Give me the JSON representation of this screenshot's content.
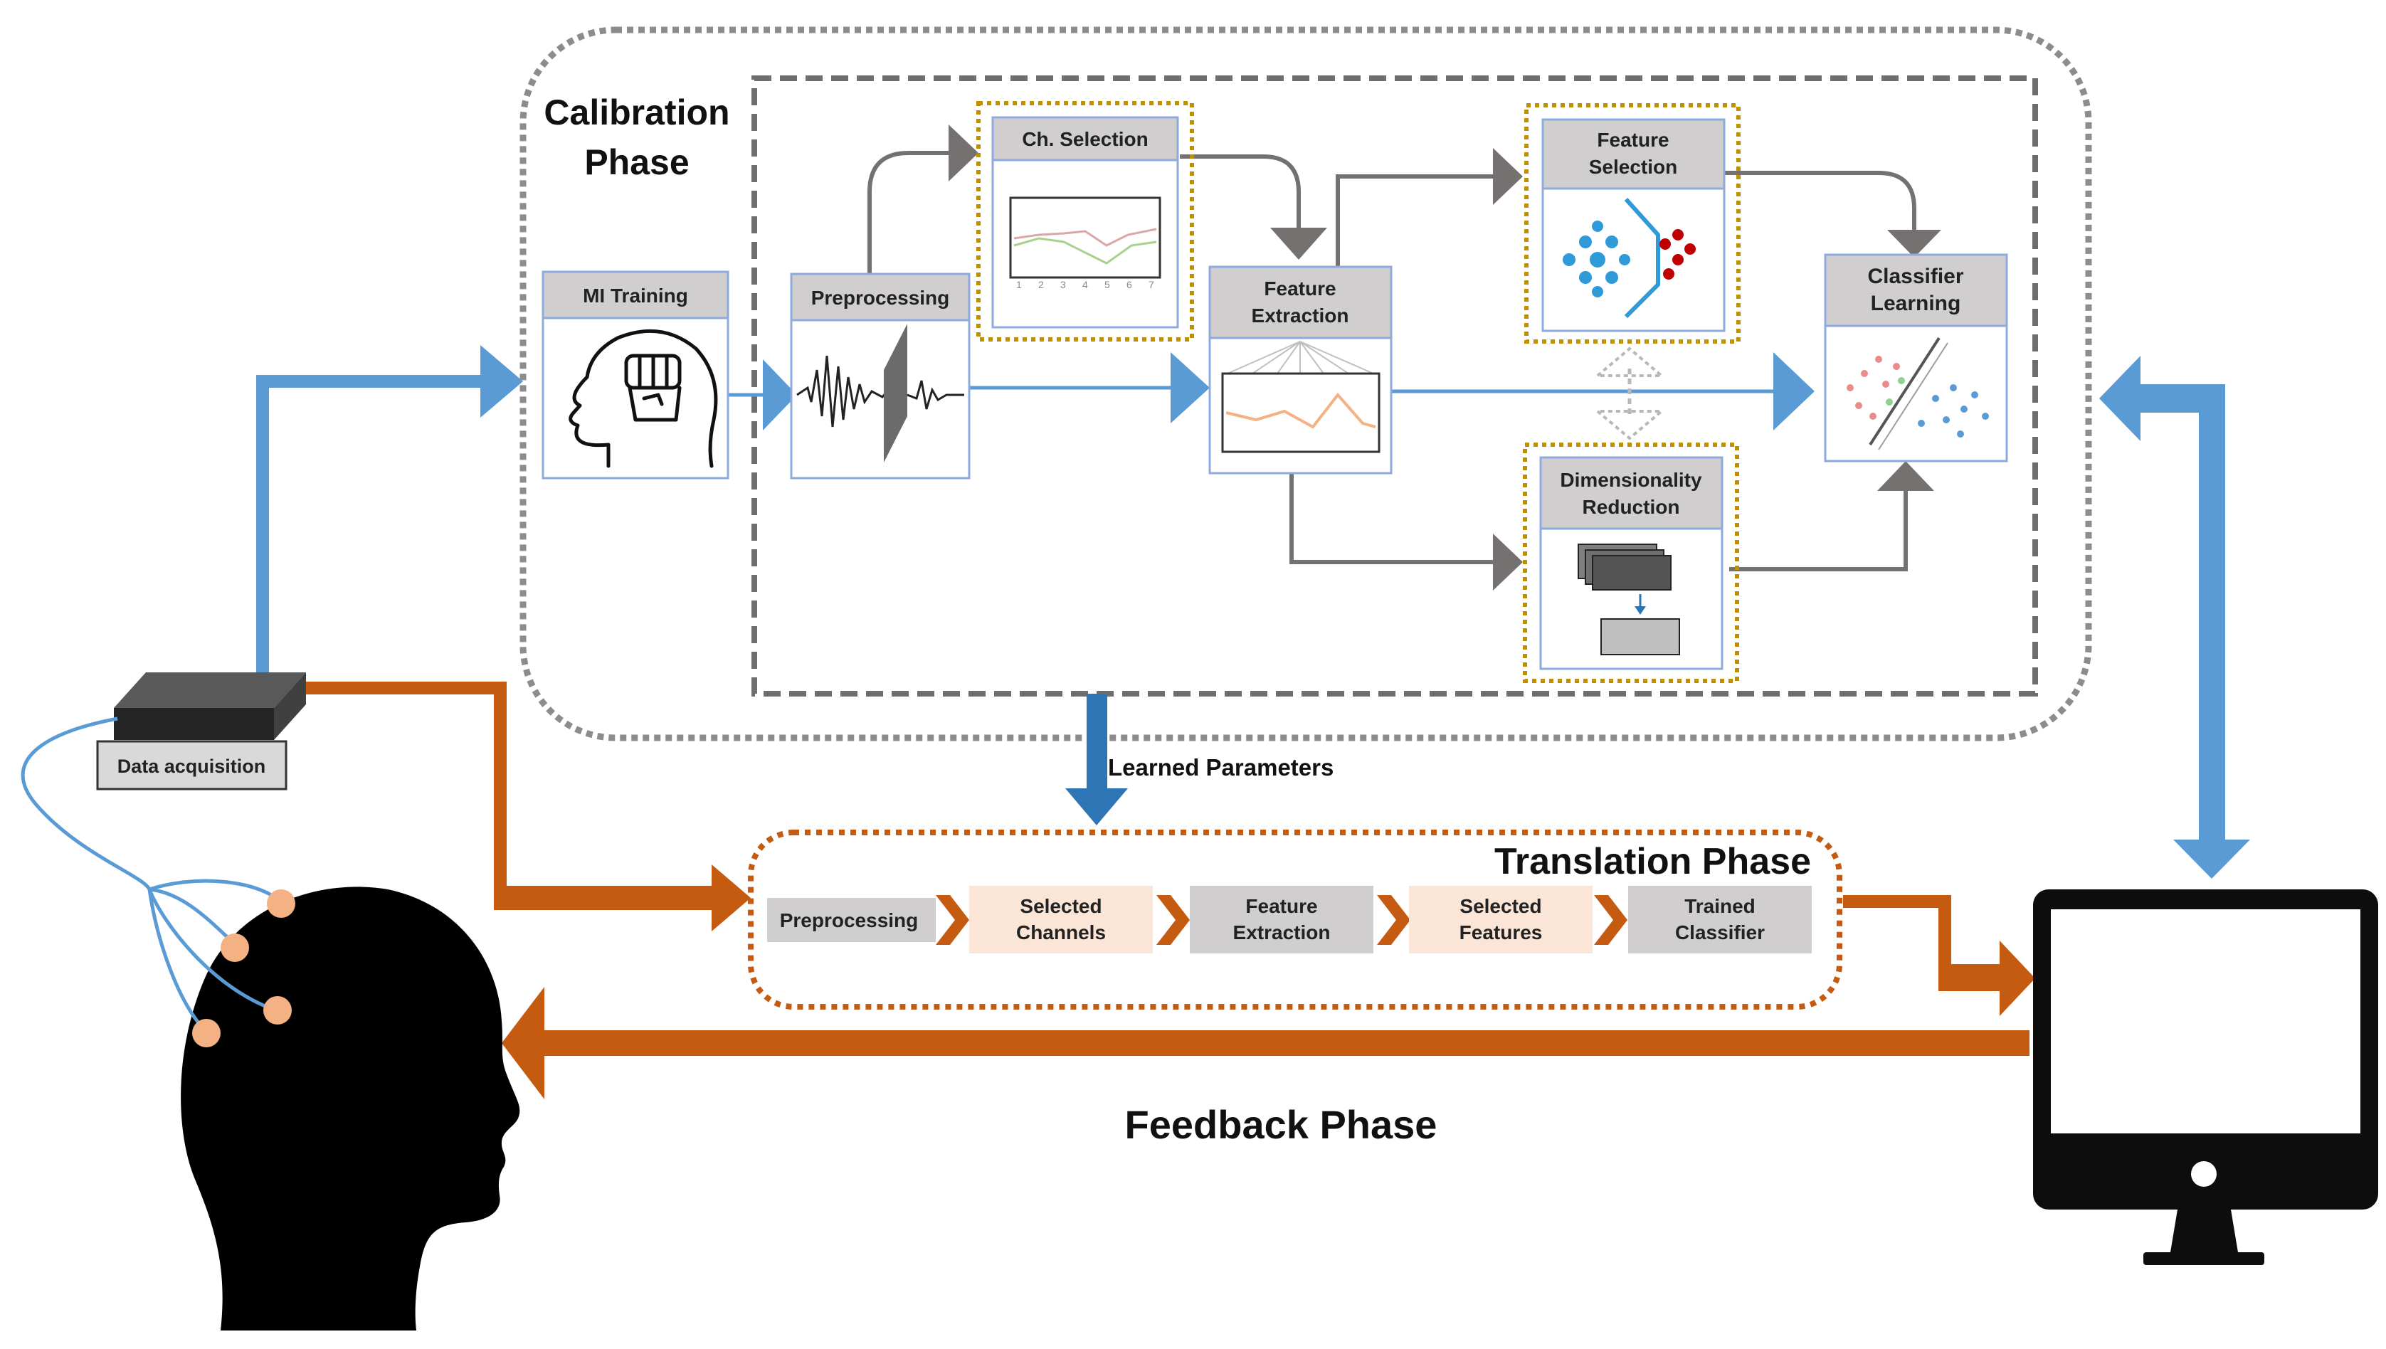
{
  "calibration": {
    "title_line1": "Calibration",
    "title_line2": "Phase",
    "mi_training": "MI Training",
    "preprocessing": "Preprocessing",
    "ch_selection": "Ch. Selection",
    "feature_extraction_line1": "Feature",
    "feature_extraction_line2": "Extraction",
    "feature_selection_line1": "Feature",
    "feature_selection_line2": "Selection",
    "dim_reduction_line1": "Dimensionality",
    "dim_reduction_line2": "Reduction",
    "classifier_line1": "Classifier",
    "classifier_line2": "Learning",
    "axis_ticks": [
      "1",
      "2",
      "3",
      "4",
      "5",
      "6",
      "7"
    ]
  },
  "data_acquisition": "Data acquisition",
  "learned_parameters": "Learned Parameters",
  "translation": {
    "title": "Translation Phase",
    "steps": [
      {
        "line1": "Preprocessing",
        "line2": ""
      },
      {
        "line1": "Selected",
        "line2": "Channels"
      },
      {
        "line1": "Feature",
        "line2": "Extraction"
      },
      {
        "line1": "Selected",
        "line2": "Features"
      },
      {
        "line1": "Trained",
        "line2": "Classifier"
      }
    ]
  },
  "feedback": "Feedback Phase",
  "colors": {
    "blue": "#5b9bd5",
    "dark_blue": "#2e75b6",
    "orange": "#c55a11",
    "gold_dotted": "#bf9000",
    "gray_arrow": "#767171",
    "header_gray": "#d0cece",
    "peach": "#fbe5d6"
  }
}
